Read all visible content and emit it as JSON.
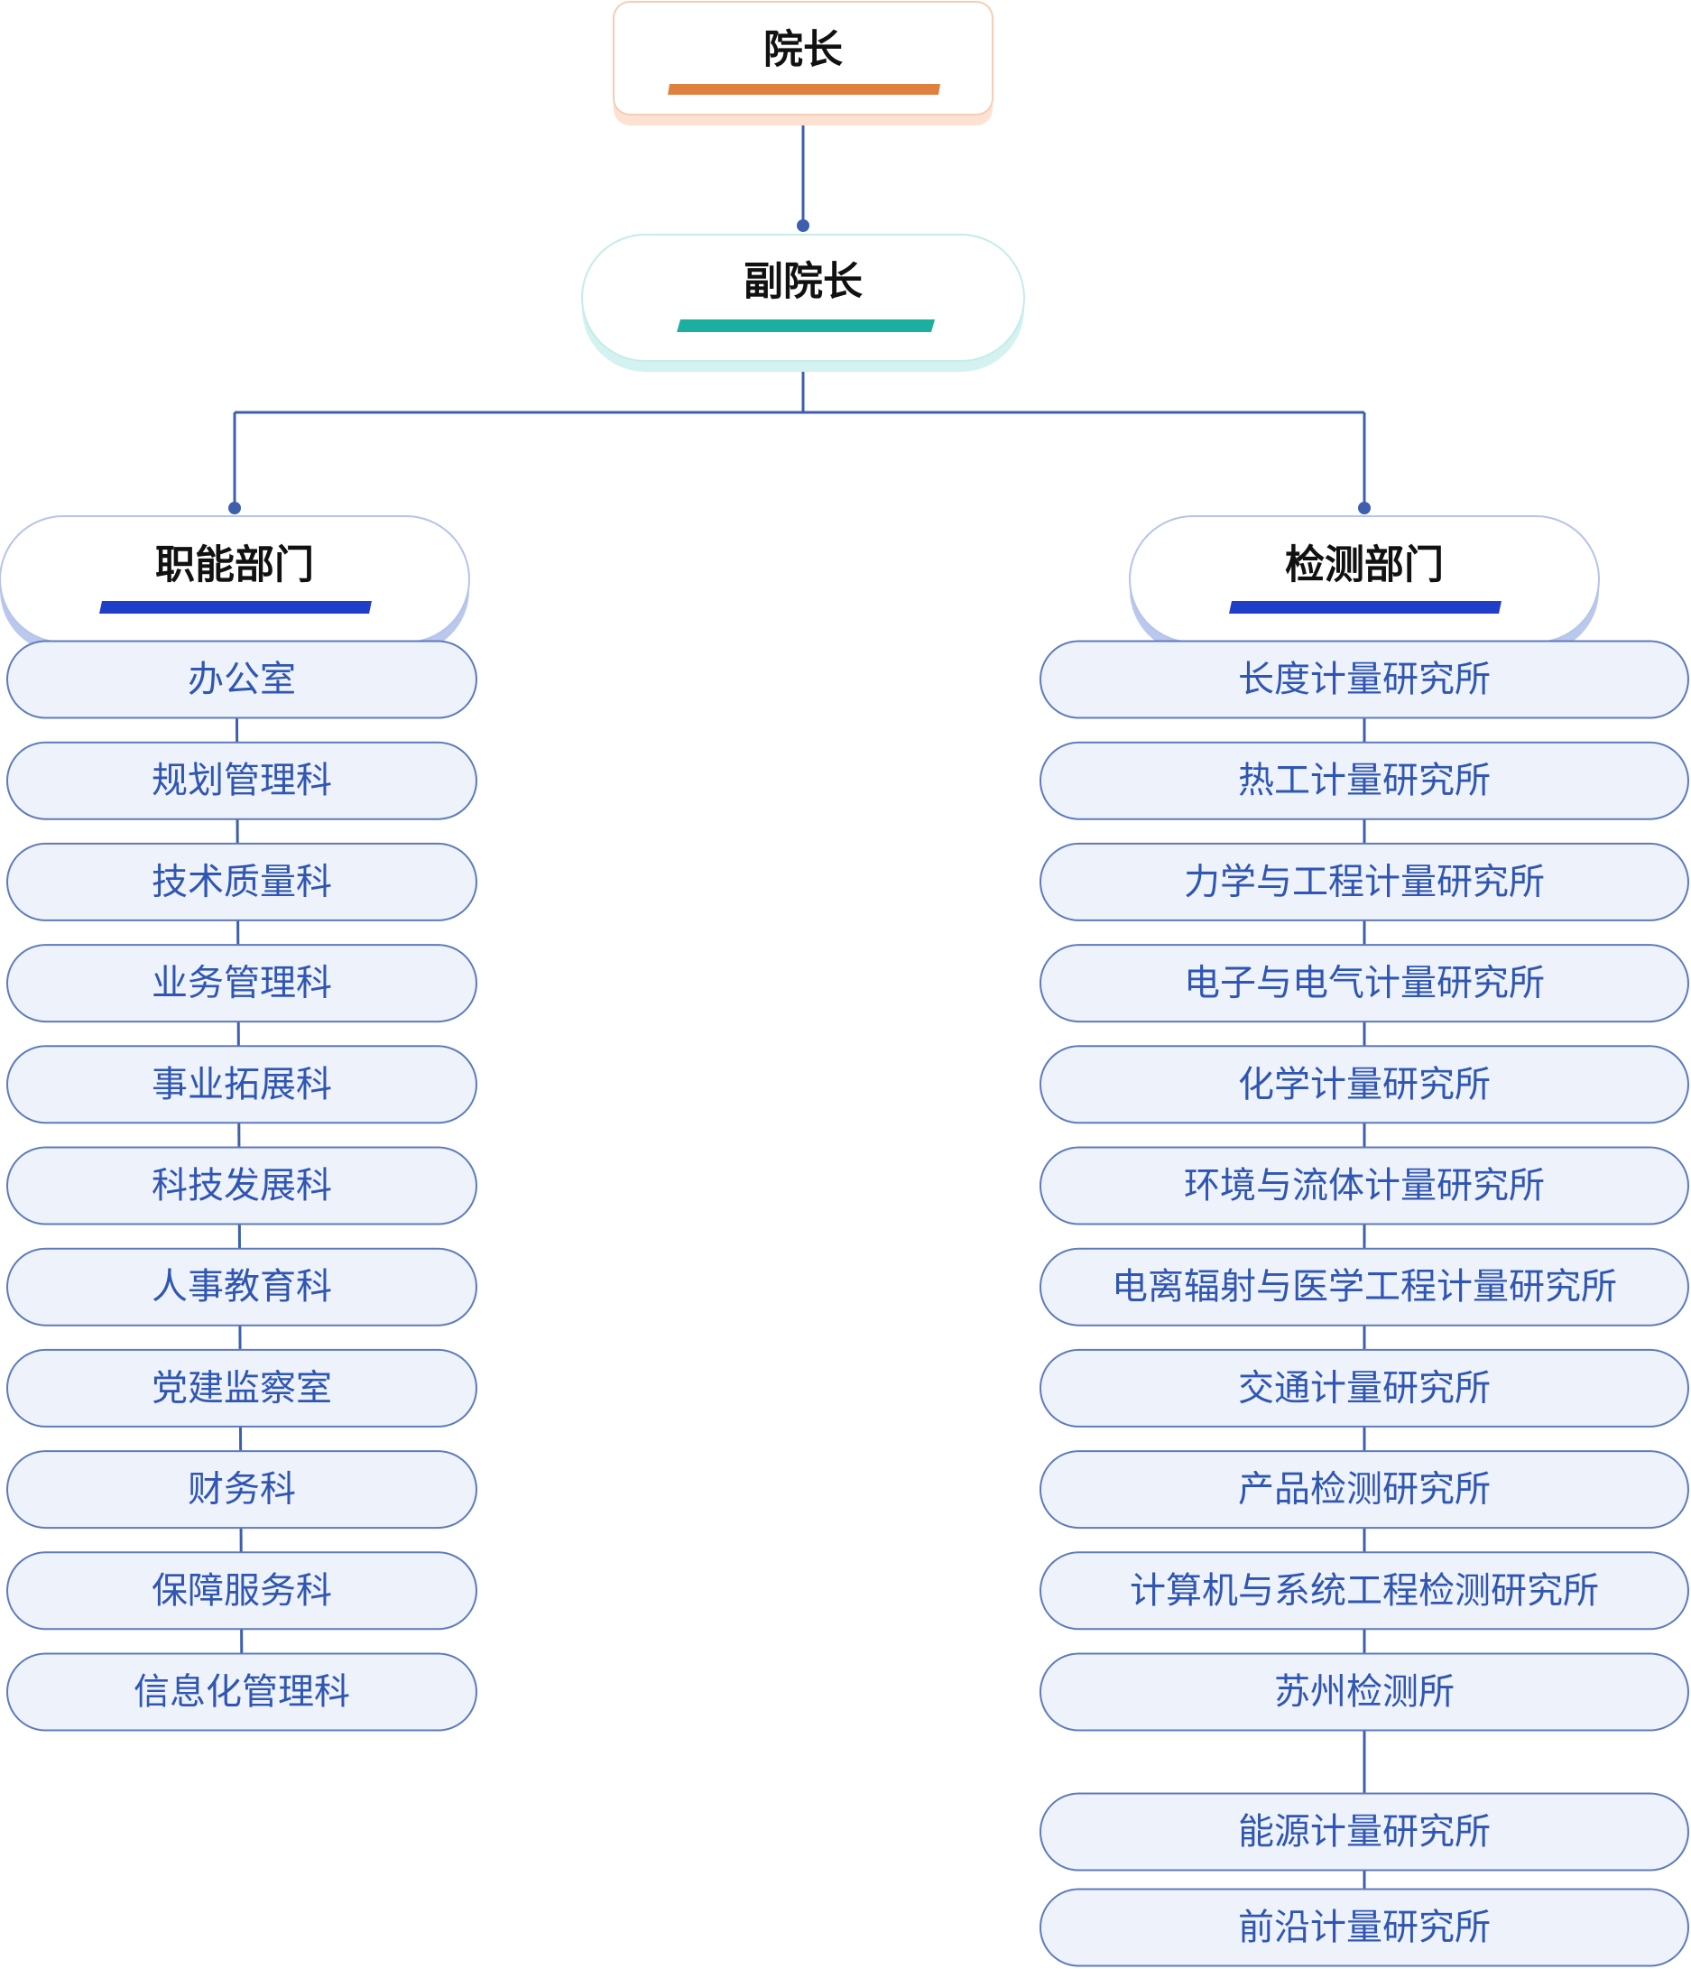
{
  "root": {
    "label": "院长"
  },
  "deputy": {
    "label": "副院长"
  },
  "branches": [
    {
      "label": "职能部门",
      "items": [
        "办公室",
        "规划管理科",
        "技术质量科",
        "业务管理科",
        "事业拓展科",
        "科技发展科",
        "人事教育科",
        "党建监察室",
        "财务科",
        "保障服务科",
        "信息化管理科"
      ]
    },
    {
      "label": "检测部门",
      "items": [
        "长度计量研究所",
        "热工计量研究所",
        "力学与工程计量研究所",
        "电子与电气计量研究所",
        "化学计量研究所",
        "环境与流体计量研究所",
        "电离辐射与医学工程计量研究所",
        "交通计量研究所",
        "产品检测研究所",
        "计算机与系统工程检测研究所",
        "苏州检测所",
        "能源计量研究所",
        "前沿计量研究所"
      ]
    }
  ],
  "colors": {
    "line": "#3e5fae",
    "root_underline": "#e0803f",
    "root_shadow": "#fde2d1",
    "root_border": "#f4cdb4",
    "deputy_underline": "#1cae9e",
    "deputy_shadow": "#d3f2f0",
    "deputy_border": "#c5ece9",
    "branch_underline": "#1f3fc8",
    "branch_shadow": "#b9c8ec",
    "branch_border": "#b5c4ea",
    "item_fill": "#eef2fb",
    "item_border": "#5d7bbc",
    "item_text": "#2f56b2",
    "header_text": "#111111"
  }
}
